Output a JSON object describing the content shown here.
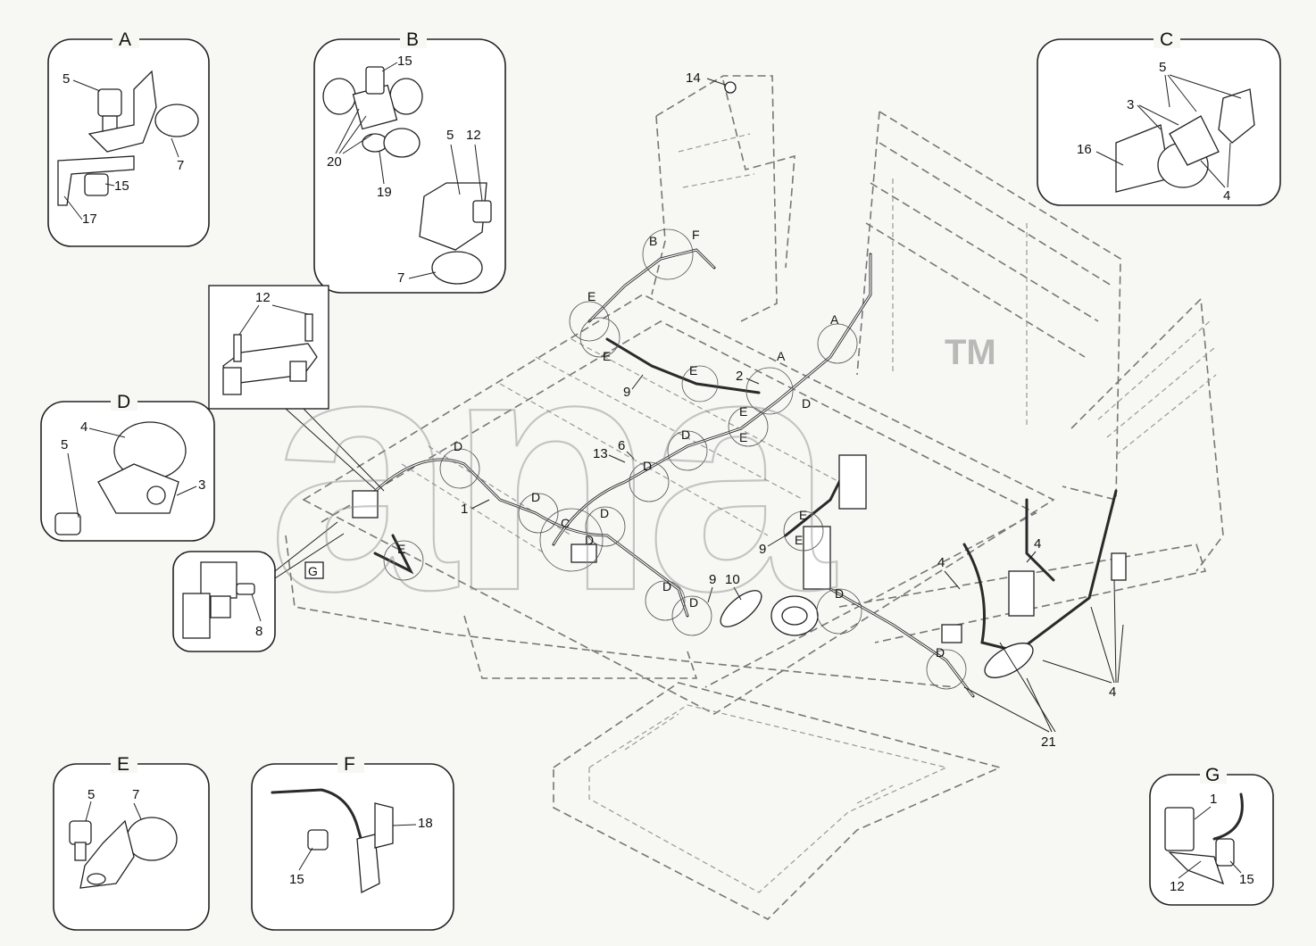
{
  "watermark": {
    "mark": "ana",
    "tm": "TM"
  },
  "views": {
    "A": {
      "title": "A",
      "labels": [
        "5",
        "7",
        "15",
        "17"
      ]
    },
    "B": {
      "title": "B",
      "labels": [
        "15",
        "5",
        "12",
        "20",
        "19",
        "7"
      ]
    },
    "C": {
      "title": "C",
      "labels": [
        "5",
        "3",
        "16",
        "4"
      ]
    },
    "D": {
      "title": "D",
      "labels": [
        "4",
        "5",
        "3"
      ]
    },
    "E": {
      "title": "E",
      "labels": [
        "5",
        "7"
      ]
    },
    "F": {
      "title": "F",
      "labels": [
        "18",
        "15"
      ]
    },
    "G": {
      "title": "G",
      "labels": [
        "1",
        "12",
        "15"
      ]
    },
    "detail12": {
      "labels": [
        "12"
      ]
    },
    "detail8": {
      "labels": [
        "8"
      ]
    }
  },
  "main": {
    "callouts": [
      "14",
      "2",
      "9",
      "13",
      "6",
      "1",
      "9",
      "10",
      "9",
      "4",
      "4",
      "4",
      "21"
    ],
    "view_refs": [
      "B",
      "F",
      "E",
      "E",
      "A",
      "A",
      "E",
      "D",
      "E",
      "E",
      "D",
      "D",
      "D",
      "D",
      "C",
      "D",
      "D",
      "E",
      "D",
      "D",
      "D",
      "E",
      "D",
      "E"
    ],
    "box_ref": "G"
  }
}
